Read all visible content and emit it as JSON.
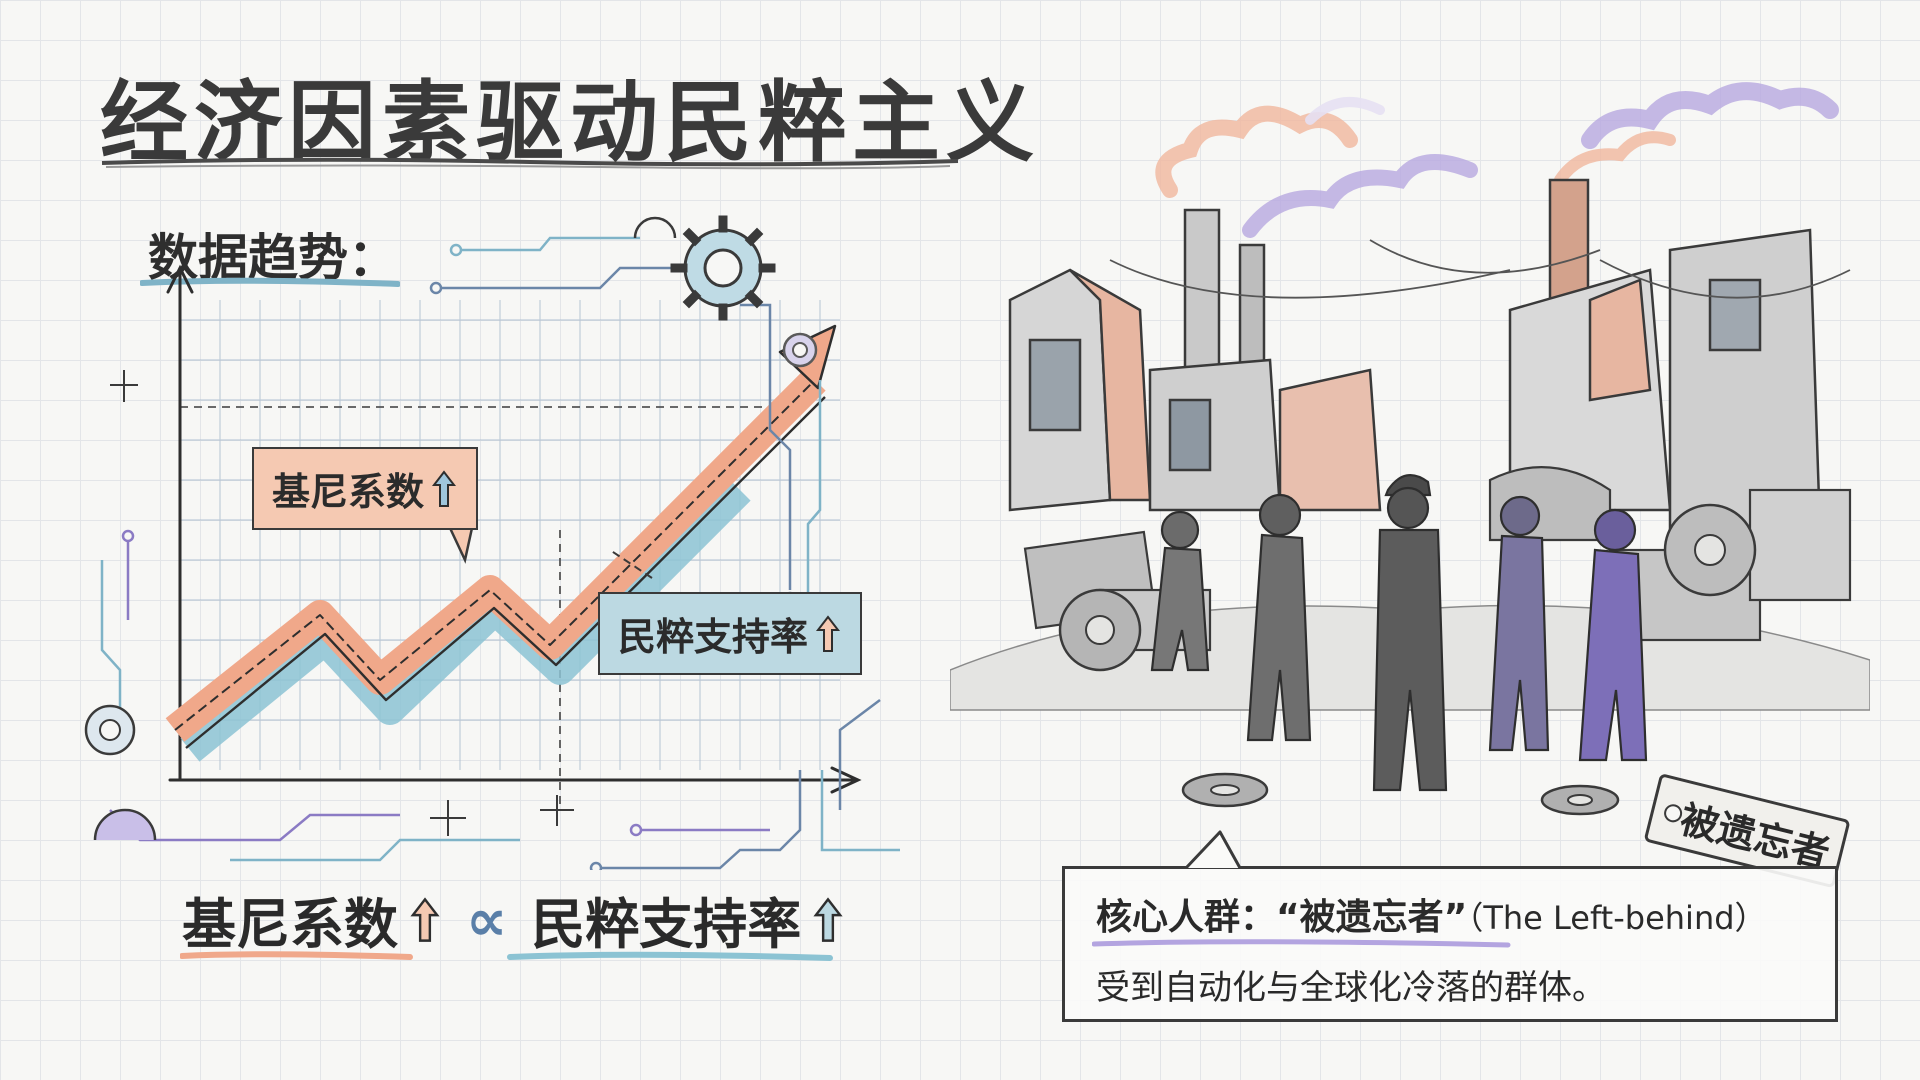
{
  "title": "经济因素驱动民粹主义",
  "subtitle": "数据趋势：",
  "chart": {
    "callout_gini": "基尼系数",
    "callout_support": "民粹支持率"
  },
  "formula": {
    "left": "基尼系数",
    "symbol": "∝",
    "right": "民粹支持率"
  },
  "tag_label": "被遗忘者",
  "info": {
    "line1_cn": "核心人群：“被遗忘者”",
    "line1_en": "（The Left-behind）",
    "line2": "受到自动化与全球化冷落的群体。"
  },
  "colors": {
    "gini": "#f0a88a",
    "support": "#8cc3d3",
    "accent_purple": "#8b7bc4",
    "ink": "#2e2e2e"
  },
  "icons": [
    "gear-icon",
    "arrow-up-icon",
    "proportional-icon",
    "crosshair-icon"
  ]
}
